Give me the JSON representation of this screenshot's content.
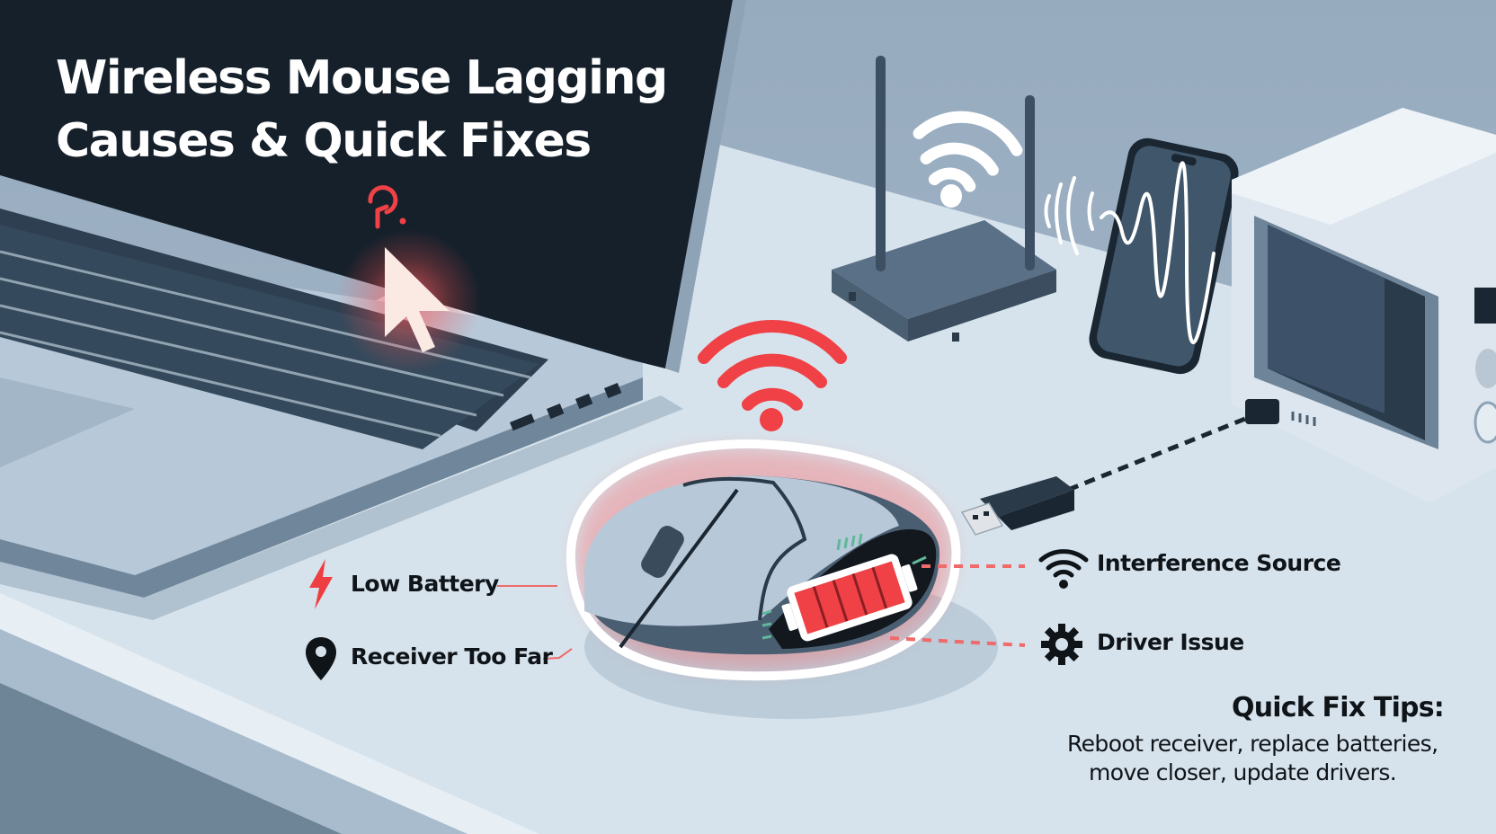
{
  "title": {
    "line1": "Wireless Mouse Lagging",
    "line2": "Causes & Quick Fixes"
  },
  "causes": [
    {
      "label": "Low Battery",
      "icon": "lightning-bolt-icon",
      "color": "#ef3e42"
    },
    {
      "label": "Receiver Too Far",
      "icon": "location-pin-icon",
      "color": "#0f1419"
    },
    {
      "label": "Interference Source",
      "icon": "wifi-icon",
      "color": "#0f1419"
    },
    {
      "label": "Driver Issue",
      "icon": "gear-icon",
      "color": "#0f1419"
    }
  ],
  "quick_fix": {
    "heading": "Quick Fix Tips:",
    "line1": "Reboot receiver, replace batteries,",
    "line2": "move closer, update drivers."
  },
  "colors": {
    "accent_red": "#ef4146",
    "background": "#d5e1ea",
    "wall": "#9fb3c6",
    "laptop_screen": "#15202b",
    "battery_indicator": "#5fb89a"
  }
}
